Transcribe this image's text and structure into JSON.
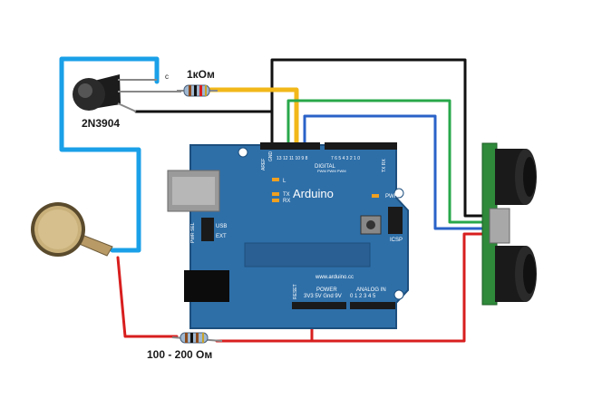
{
  "labels": {
    "transistor": "2N3904",
    "resistor_top": "1кОм",
    "resistor_bottom": "100 - 200 Ом",
    "transistor_pin": "c"
  },
  "board": {
    "name": "Arduino",
    "url": "www.arduino.cc",
    "digital": "DIGITAL",
    "analog": "ANALOG IN",
    "power": "POWER",
    "icsp": "ICSP",
    "pwr_led": "PWR",
    "led_l": "L",
    "led_tx": "TX",
    "led_rx": "RX",
    "pwr_sel": "PWR SEL",
    "usb": "USB",
    "ext": "EXT",
    "reset": "RESET",
    "aref": "AREF",
    "gnd": "GND",
    "pins_top": "13 12 11 10 9 8",
    "pins_top2": "7 6 5 4 3 2 1 0",
    "pwm": "PWM PWM PWM",
    "pins_power": "3V3 5V Gnd 9V",
    "pins_analog": "0 1 2 3 4 5",
    "txrx": "TX RX"
  },
  "colors": {
    "board": "#2e6fa8",
    "board_edge": "#1d4f7e",
    "wire_black": "#111111",
    "wire_blue_light": "#1aa0e8",
    "wire_blue": "#2a62c8",
    "wire_green": "#28a84a",
    "wire_yellow": "#f2b81a",
    "wire_red": "#d81e1e",
    "sensor_board": "#2f8a3a"
  }
}
